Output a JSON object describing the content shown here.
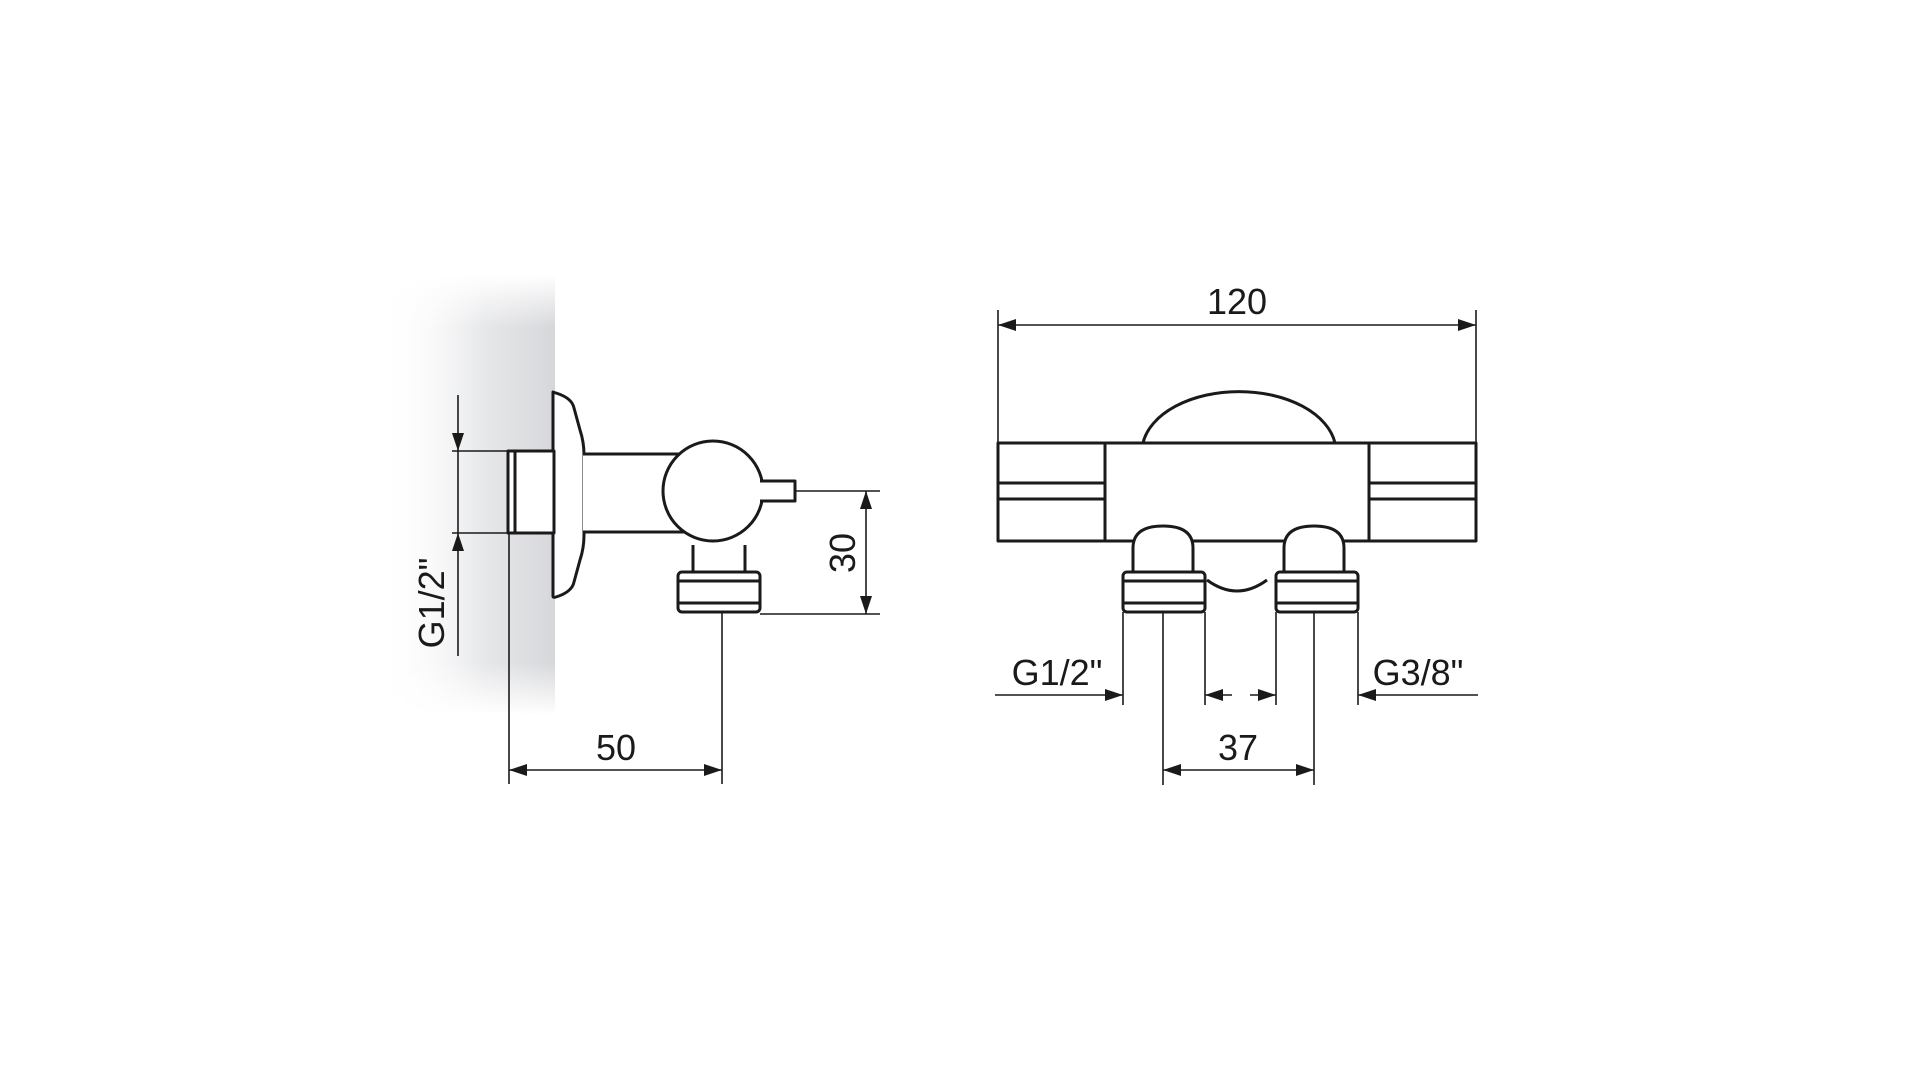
{
  "colors": {
    "line": "#1a1a1a",
    "background": "#ffffff",
    "wall_shade": "#d9dadc"
  },
  "side_view": {
    "thread_label": "G1/2\"",
    "depth_label": "50",
    "height_label": "30"
  },
  "front_view": {
    "width_label": "120",
    "left_outlet_label": "G1/2\"",
    "right_outlet_label": "G3/8\"",
    "outlet_spacing_label": "37"
  }
}
